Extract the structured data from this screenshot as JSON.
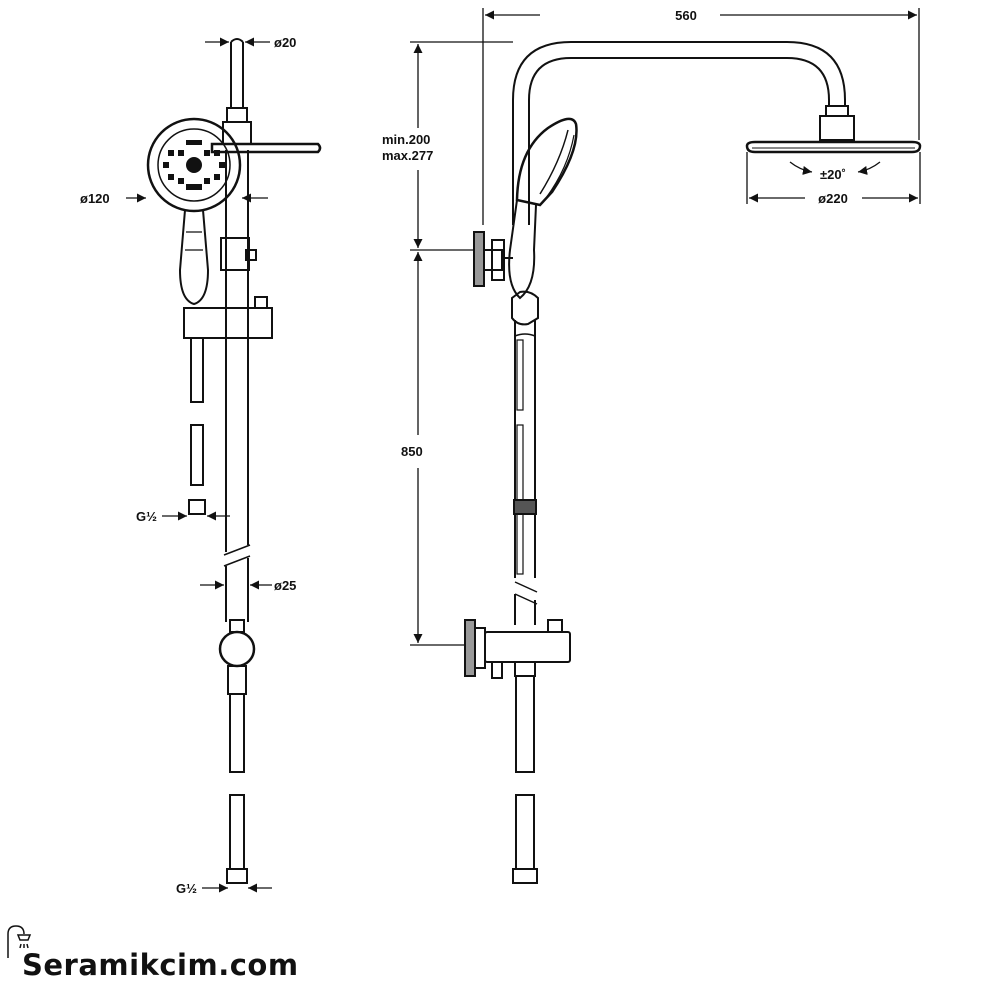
{
  "dimensions": {
    "pipe_diameter_top": "ø20",
    "hand_shower_diameter": "ø120",
    "connection_thread_upper": "G½",
    "bar_diameter": "ø25",
    "connection_thread_lower": "G½",
    "arm_length": "560",
    "height_adjust_line1": "min.200",
    "height_adjust_line2": "max.277",
    "center_height": "850",
    "tilt_angle": "±20˚",
    "head_diameter": "ø220"
  },
  "brand": {
    "name": "Seramikcim.com",
    "logo_icon": "shower-head-icon"
  }
}
